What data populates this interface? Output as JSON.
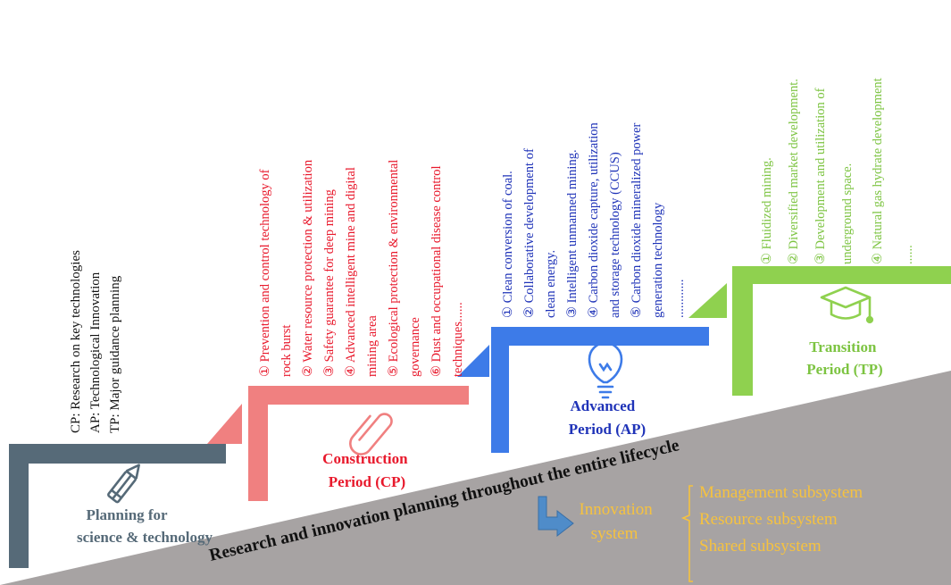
{
  "legend": {
    "lines": [
      "CP: Research on key technologies",
      "AP: Technological Innovation",
      "TP: Major guidance planning"
    ]
  },
  "colors": {
    "planning": "#566a78",
    "construction": "#f08080",
    "advanced": "#3d7be8",
    "transition": "#8fd14f",
    "base": "#a7a3a3",
    "construction_label": "#e8192c",
    "advanced_label": "#1f33b8",
    "transition_label": "#7dc442",
    "innovation": "#f6c23f",
    "arrow": "#4f8cc9"
  },
  "periods": {
    "planning": {
      "icon": "pencil-icon",
      "label_lines": [
        "Planning for",
        "science & technology"
      ]
    },
    "construction": {
      "icon": "paperclip-icon",
      "label_lines": [
        "Construction",
        "Period (CP)"
      ]
    },
    "advanced": {
      "icon": "lightbulb-icon",
      "label_lines": [
        "Advanced",
        "Period (AP)"
      ]
    },
    "transition": {
      "icon": "graduation-cap-icon",
      "label_lines": [
        "Transition",
        "Period (TP)"
      ]
    }
  },
  "cp_items": [
    "① Prevention and control technology of",
    "rock burst",
    "② Water resource protection & utilization",
    "③ Safety guarantee for deep mining",
    "④ Advanced intelligent mine and digital",
    "mining area",
    "⑤ Ecological protection & environmental",
    "governance",
    "⑥ Dust and occupational disease control",
    "techniques......"
  ],
  "ap_items": [
    "① Clean conversion of coal.",
    "② Collaborative development of",
    "clean energy.",
    "③ Intelligent unmanned mining.",
    "④ Carbon dioxide capture, utilization",
    "and storage technology (CCUS)",
    "⑤ Carbon dioxide mineralized power",
    "generation technology",
    "............"
  ],
  "tp_items": [
    "① Fluidized mining.",
    "② Diversified market development.",
    "③ Development and utilization of",
    "underground space.",
    "④ Natural gas hydrate development",
    "......"
  ],
  "base_title": "Research and innovation planning throughout the entire lifecycle",
  "innovation": {
    "label_lines": [
      "Innovation",
      "system"
    ],
    "subsystems": [
      "Management subsystem",
      "Resource subsystem",
      "Shared subsystem"
    ]
  }
}
